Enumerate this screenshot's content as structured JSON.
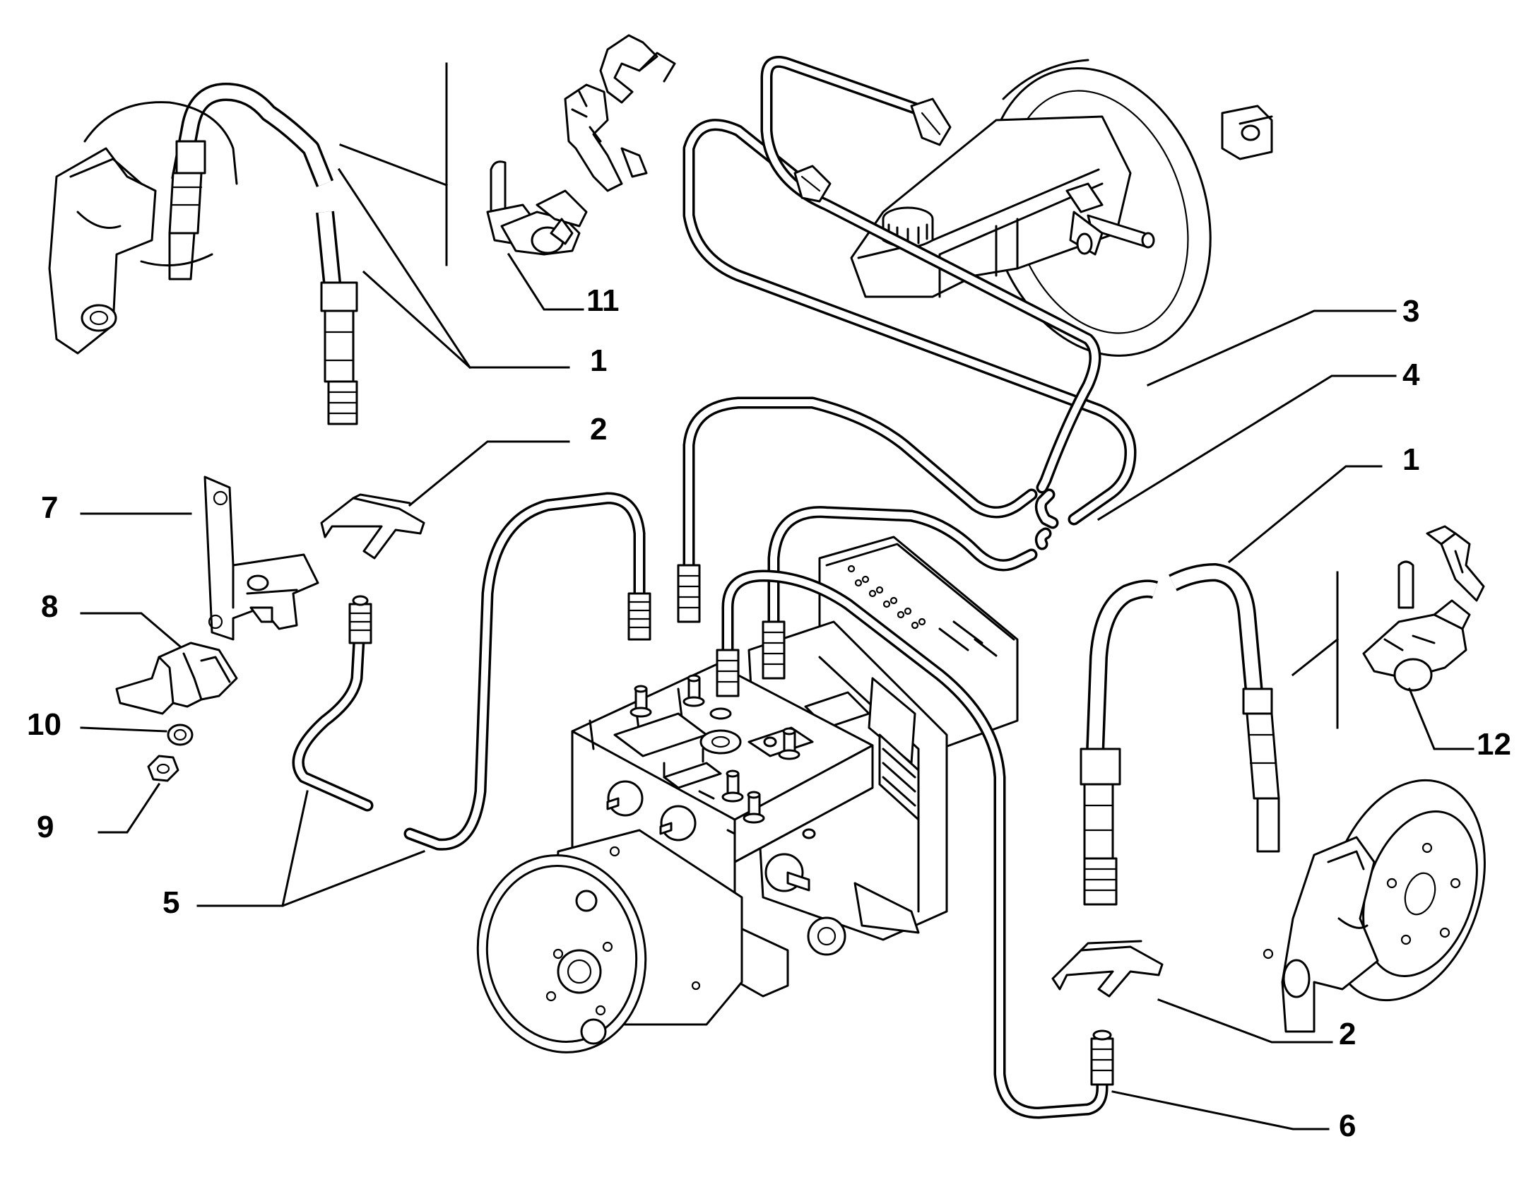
{
  "callouts": {
    "c1a": "1",
    "c1b": "1",
    "c2a": "2",
    "c2b": "2",
    "c3": "3",
    "c4": "4",
    "c5": "5",
    "c6": "6",
    "c7": "7",
    "c8": "8",
    "c9": "9",
    "c10": "10",
    "c11": "11",
    "c12": "12"
  }
}
